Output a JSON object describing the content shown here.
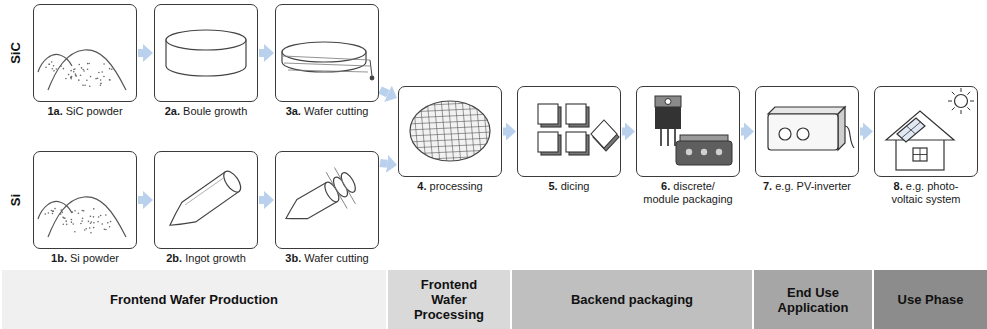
{
  "diagram": {
    "nodes": [
      {
        "text": [
          "1a. SiC powder"
        ]
      },
      {
        "text": [
          "2a. Boule growth"
        ]
      },
      {
        "text": [
          "3a. Wafer cutting"
        ]
      },
      {
        "text": [
          "4. processing"
        ]
      },
      {
        "text": [
          "5. dicing"
        ]
      },
      {
        "text": [
          "6. discrete/ module packaging"
        ]
      },
      {
        "text": [
          "7. e.g. PV-inverter"
        ]
      },
      {
        "text": [
          "8. e.g. photo- voltaic system"
        ]
      },
      {
        "text": [
          "1b. Si powder"
        ]
      },
      {
        "text": [
          "2b. Ingot growth"
        ]
      },
      {
        "text": [
          "3b. Wafer cutting"
        ]
      },
      {
        "text": [
          "Frontend Wafer Production"
        ]
      },
      {
        "text": [
          "Frontend Wafer Processing"
        ]
      },
      {
        "text": [
          "Backend packaging"
        ]
      },
      {
        "text": [
          "End Use Application"
        ]
      },
      {
        "text": [
          "Use Phase"
        ]
      }
    ],
    "edges": [
      {
        "from": 0,
        "to": 1,
        "arrow": "to"
      },
      {
        "from": 1,
        "to": 2,
        "arrow": "to"
      },
      {
        "from": 2,
        "to": 3,
        "arrow": "to"
      },
      {
        "from": 8,
        "to": 9,
        "arrow": "to"
      },
      {
        "from": 9,
        "to": 10,
        "arrow": "to"
      },
      {
        "from": 10,
        "to": 3,
        "arrow": "to"
      },
      {
        "from": 3,
        "to": 4,
        "arrow": "to"
      },
      {
        "from": 4,
        "to": 5,
        "arrow": "to"
      },
      {
        "from": 5,
        "to": 6,
        "arrow": "to"
      },
      {
        "from": 6,
        "to": 7,
        "arrow": "to"
      }
    ],
    "labels": [
      "SiC",
      "Si"
    ]
  }
}
